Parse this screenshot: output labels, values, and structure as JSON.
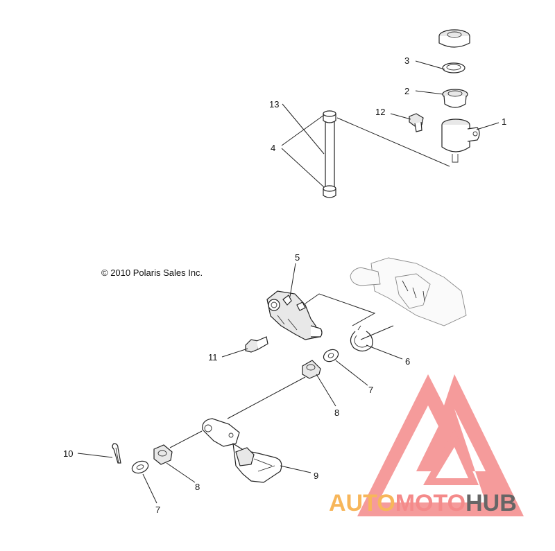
{
  "copyright": "© 2010 Polaris Sales Inc.",
  "callouts": [
    {
      "id": "c1",
      "label": "1"
    },
    {
      "id": "c2",
      "label": "2"
    },
    {
      "id": "c3",
      "label": "3"
    },
    {
      "id": "c4",
      "label": "4"
    },
    {
      "id": "c5",
      "label": "5"
    },
    {
      "id": "c6",
      "label": "6"
    },
    {
      "id": "c7a",
      "label": "7"
    },
    {
      "id": "c7b",
      "label": "7"
    },
    {
      "id": "c8a",
      "label": "8"
    },
    {
      "id": "c8b",
      "label": "8"
    },
    {
      "id": "c9",
      "label": "9"
    },
    {
      "id": "c10",
      "label": "10"
    },
    {
      "id": "c11",
      "label": "11"
    },
    {
      "id": "c12",
      "label": "12"
    },
    {
      "id": "c13",
      "label": "13"
    }
  ],
  "watermark": {
    "part1": "AUTO",
    "part2": "MOTO",
    "part3": "HUB",
    "colors": {
      "part1": "#f7b65a",
      "part2": "#f48a8a",
      "part3": "#666666",
      "logo": "#f48a8a"
    }
  }
}
